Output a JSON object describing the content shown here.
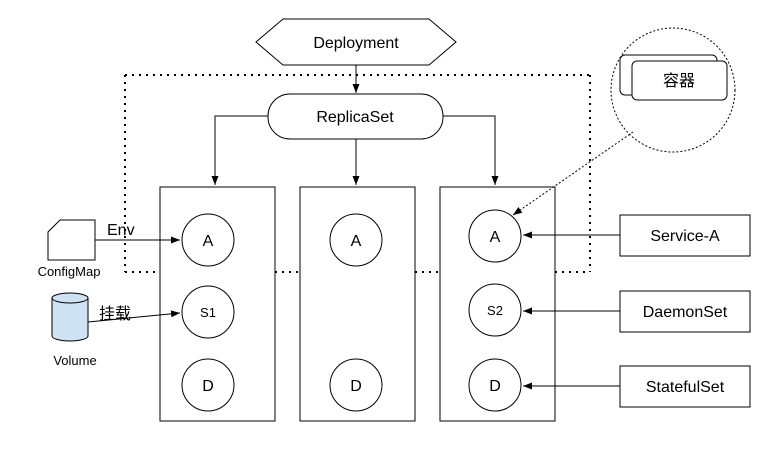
{
  "deployment": {
    "label": "Deployment"
  },
  "replicaset": {
    "label": "ReplicaSet"
  },
  "container_callout": {
    "label": "容器"
  },
  "configmap": {
    "label": "ConfigMap",
    "edge_label": "Env"
  },
  "volume": {
    "label": "Volume",
    "edge_label": "挂载"
  },
  "pods": [
    {
      "containers": [
        "A",
        "S1",
        "D"
      ]
    },
    {
      "containers": [
        "A",
        "D"
      ]
    },
    {
      "containers": [
        "A",
        "S2",
        "D"
      ]
    }
  ],
  "right_nodes": {
    "service": "Service-A",
    "daemonset": "DaemonSet",
    "statefulset": "StatefulSet"
  },
  "colors": {
    "stroke": "#000000",
    "volume_fill": "#cfe2f3"
  }
}
